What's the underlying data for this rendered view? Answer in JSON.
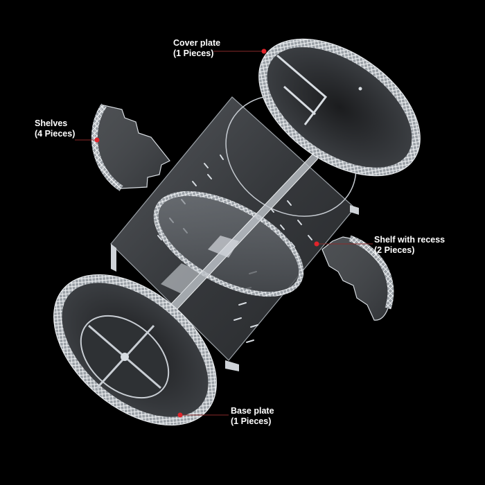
{
  "callouts": {
    "cover": {
      "title": "Cover plate",
      "count": "(1 Pieces)"
    },
    "shelves": {
      "title": "Shelves",
      "count": "(4 Pieces)"
    },
    "recess": {
      "title": "Shelf with recess",
      "count": "(2 Pieces)"
    },
    "base": {
      "title": "Base plate",
      "count": "(1 Pieces)"
    }
  },
  "colors": {
    "background": "#000000",
    "acrylic_edge": "#d8dde2",
    "acrylic_fill": "#5a5e63",
    "leader_line": "#8a2a2a",
    "marker_dot": "#e0242b",
    "label_text": "#ffffff"
  }
}
